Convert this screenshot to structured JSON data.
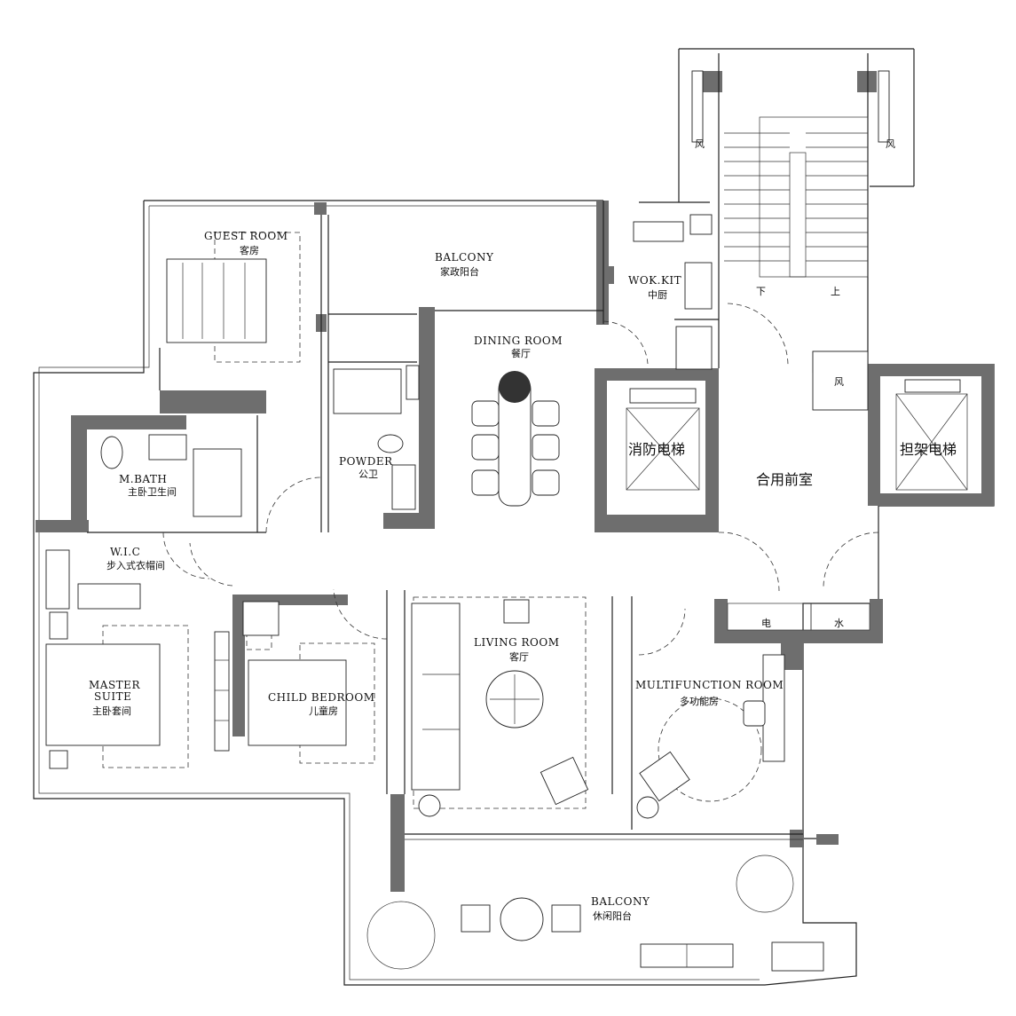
{
  "rooms": {
    "guest_room": {
      "en": "GUEST ROOM",
      "zh": "客房"
    },
    "balcony_utility": {
      "en": "BALCONY",
      "zh": "家政阳台"
    },
    "dining_room": {
      "en": "DINING ROOM",
      "zh": "餐厅"
    },
    "wok_kitchen": {
      "en": "WOK.KIT",
      "zh": "中厨"
    },
    "master_bath": {
      "en": "M.BATH",
      "zh": "主卧卫生间"
    },
    "powder": {
      "en": "POWDER",
      "zh": "公卫"
    },
    "walk_in_closet": {
      "en": "W.I.C",
      "zh": "步入式衣帽间"
    },
    "master_suite": {
      "en1": "MASTER",
      "en2": "SUITE",
      "zh": "主卧套间"
    },
    "child_bedroom": {
      "en": "CHILD BEDROOM",
      "zh": "儿童房"
    },
    "living_room": {
      "en": "LIVING ROOM",
      "zh": "客厅"
    },
    "multifunction_room": {
      "en": "MULTIFUNCTION ROOM",
      "zh": "多功能房"
    },
    "balcony_leisure": {
      "en": "BALCONY",
      "zh": "休闲阳台"
    }
  },
  "core": {
    "fire_elevator": "消防电梯",
    "stretcher_elevator": "担架电梯",
    "shared_lobby": "合用前室",
    "vent_1": "风",
    "vent_2": "风",
    "vent_3": "风",
    "stair_down": "下",
    "stair_up": "上",
    "electric": "电",
    "water": "水"
  }
}
